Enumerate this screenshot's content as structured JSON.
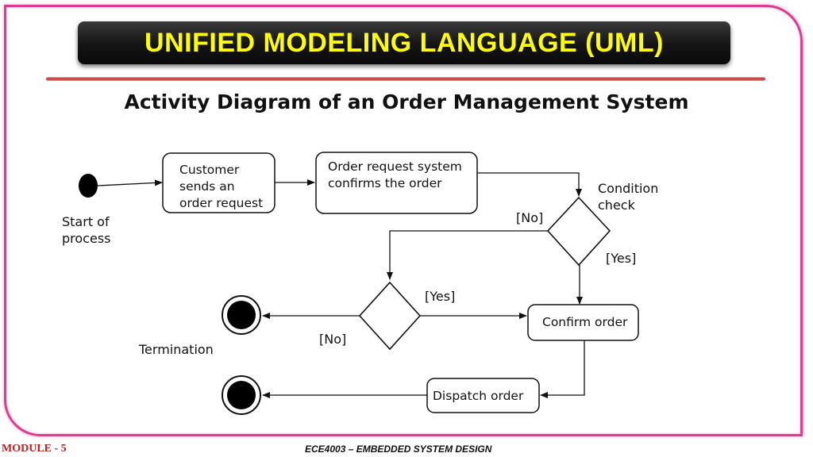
{
  "header": {
    "title": "UNIFIED MODELING LANGUAGE (UML)",
    "subtitle": "Activity Diagram of an Order Management System"
  },
  "diagram": {
    "nodes": {
      "customer_request": [
        "Customer",
        "sends an",
        "order request"
      ],
      "system_confirms": [
        "Order request system",
        "confirms the order"
      ],
      "confirm_order": "Confirm order",
      "dispatch_order": "Dispatch order"
    },
    "labels": {
      "start": [
        "Start of",
        "process"
      ],
      "condition_check": [
        "Condition",
        "check"
      ],
      "termination": "Termination",
      "cond1_no": "[No]",
      "cond1_yes": "[Yes]",
      "cond2_yes": "[Yes]",
      "cond2_no": "[No]"
    }
  },
  "footer": {
    "module": "MODULE - 5",
    "course": "ECE4003 – EMBEDDED SYSTEM DESIGN"
  }
}
